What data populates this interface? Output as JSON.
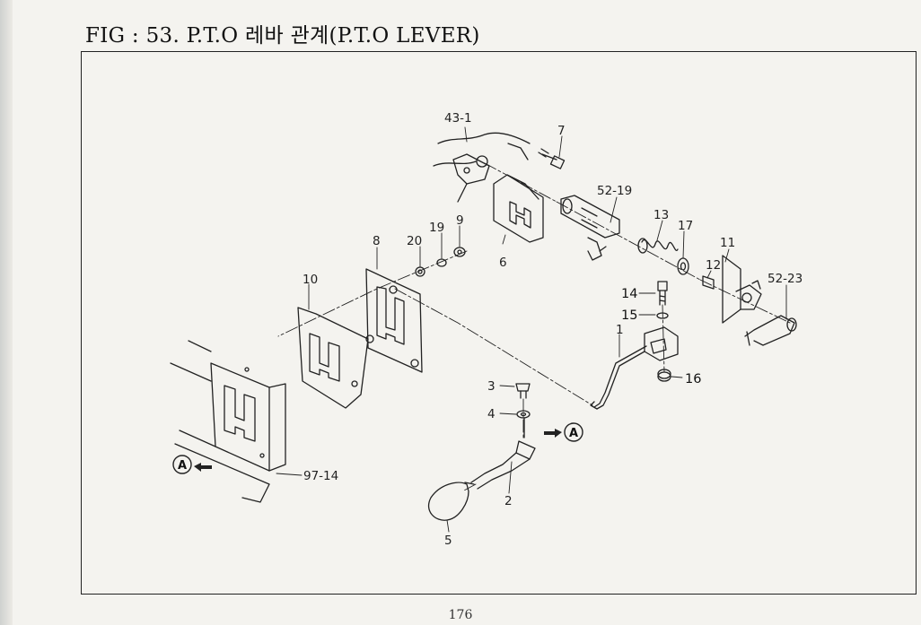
{
  "title": "FIG : 53. P.T.O 레바 관계(P.T.O LEVER)",
  "page_number": "176",
  "colors": {
    "line": "#222222",
    "paper": "#f4f3ef"
  },
  "view_marker": "A",
  "part_labels": {
    "p43_1": "43-1",
    "p7": "7",
    "p52_19": "52-19",
    "p13": "13",
    "p17": "17",
    "p11": "11",
    "p12": "12",
    "p52_23": "52-23",
    "p6": "6",
    "p9": "9",
    "p19": "19",
    "p20": "20",
    "p8": "8",
    "p10": "10",
    "p14": "14",
    "p15": "15",
    "p1": "1",
    "p16": "16",
    "p3": "3",
    "p4": "4",
    "p2": "2",
    "p5": "5",
    "p97_14": "97-14"
  }
}
